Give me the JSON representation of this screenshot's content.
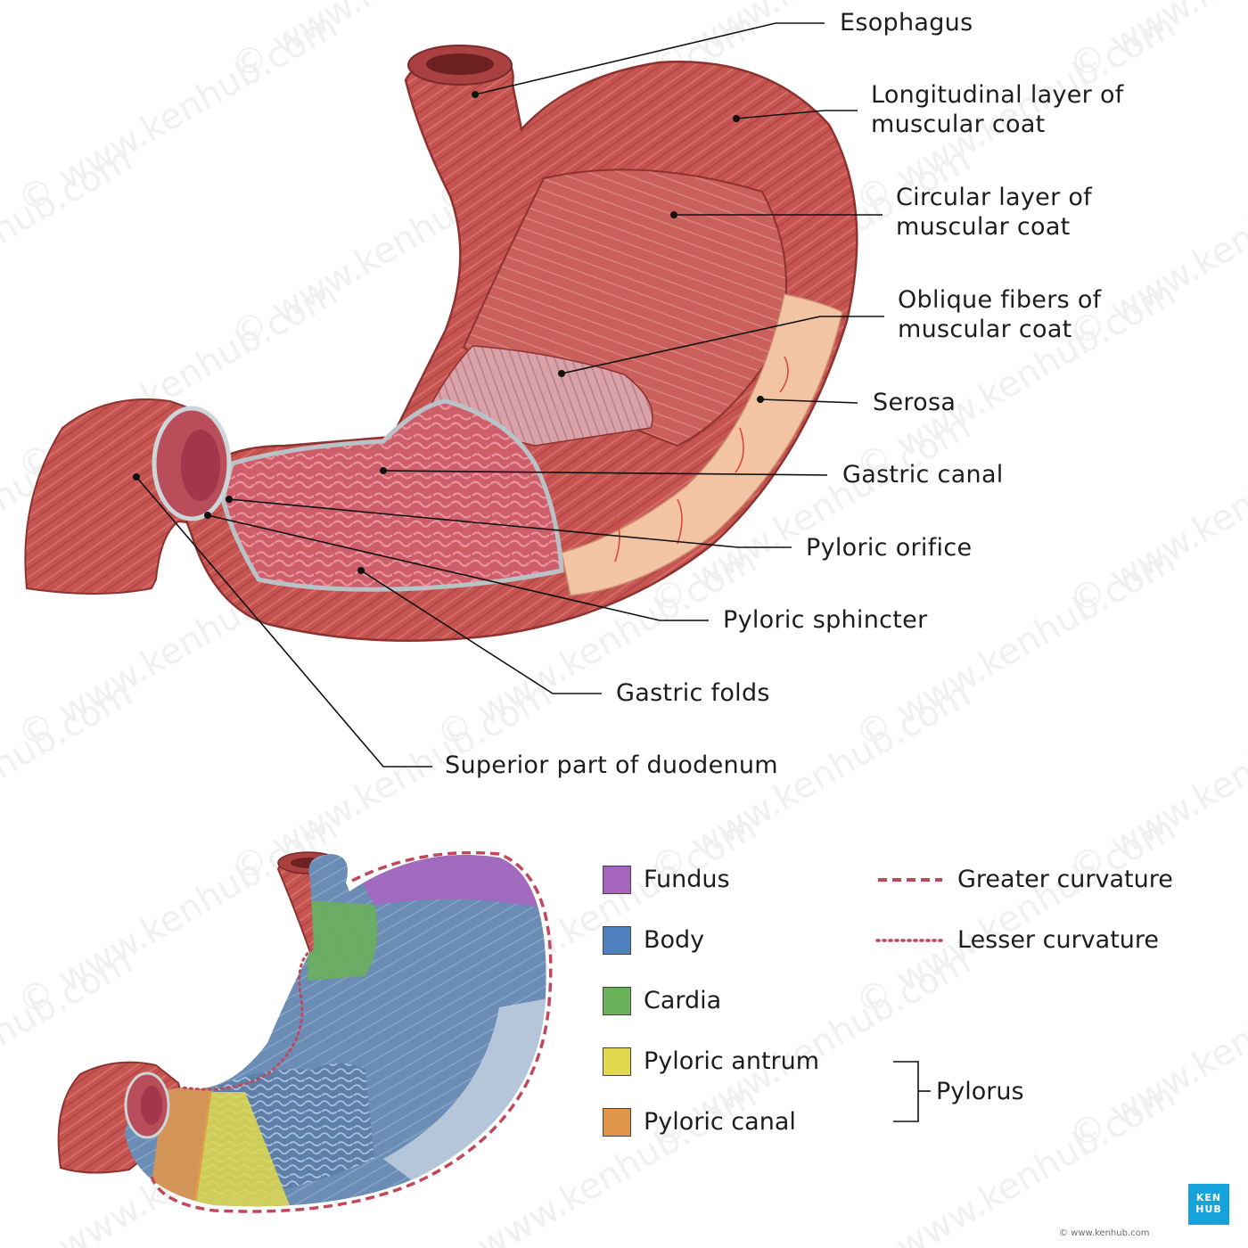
{
  "labels": {
    "esophagus": "Esophagus",
    "longitudinal_1": "Longitudinal layer of",
    "longitudinal_2": "muscular coat",
    "circular_1": "Circular layer of",
    "circular_2": "muscular coat",
    "oblique_1": "Oblique fibers of",
    "oblique_2": "muscular coat",
    "serosa": "Serosa",
    "gastric_canal": "Gastric canal",
    "pyloric_orifice": "Pyloric orifice",
    "pyloric_sphincter": "Pyloric sphincter",
    "gastric_folds": "Gastric folds",
    "superior_duodenum": "Superior part of duodenum"
  },
  "legend": {
    "regions": [
      {
        "label": "Fundus",
        "color": "#a865c0"
      },
      {
        "label": "Body",
        "color": "#4f7fbe"
      },
      {
        "label": "Cardia",
        "color": "#6bb15a"
      },
      {
        "label": "Pyloric antrum",
        "color": "#e2d94c"
      },
      {
        "label": "Pyloric canal",
        "color": "#e0964a"
      }
    ],
    "greater_curvature": "Greater curvature",
    "lesser_curvature": "Lesser curvature",
    "pylorus": "Pylorus"
  },
  "colors": {
    "muscle": "#c4524f",
    "muscle_dark": "#9a3535",
    "mucosa": "#d8707a",
    "serosa": "#f3c4a3",
    "curvature_line": "#c0485a",
    "body_region": "#6e8fb4",
    "brand": "#16a3db"
  },
  "watermark": "© www.kenhub.com",
  "brand": {
    "line1": "KEN",
    "line2": "HUB",
    "copyright": "© www.kenhub.com"
  }
}
